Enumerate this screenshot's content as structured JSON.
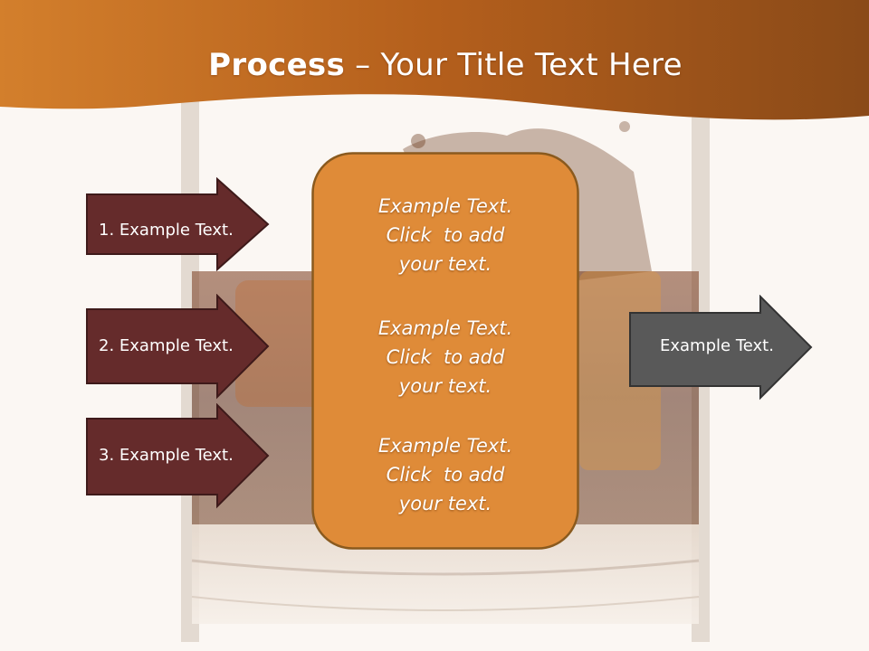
{
  "title": {
    "bold": "Process",
    "rest": " – Your Title Text Here"
  },
  "left_arrows": [
    {
      "label": "1. Example Text."
    },
    {
      "label": "2. Example Text."
    },
    {
      "label": "3. Example Text."
    }
  ],
  "center_box": {
    "paragraphs": [
      {
        "line1": "Example Text.",
        "line2": "Click  to add",
        "line3": "your text."
      },
      {
        "line1": "Example Text.",
        "line2": "Click  to add",
        "line3": "your text."
      },
      {
        "line1": "Example Text.",
        "line2": "Click  to add",
        "line3": "your text."
      }
    ]
  },
  "right_arrow": {
    "label": "Example Text."
  },
  "colors": {
    "header_orange": "#c2681f",
    "left_arrow_fill": "#652b2b",
    "center_box_fill": "#df8b38",
    "right_arrow_fill": "#595959"
  }
}
